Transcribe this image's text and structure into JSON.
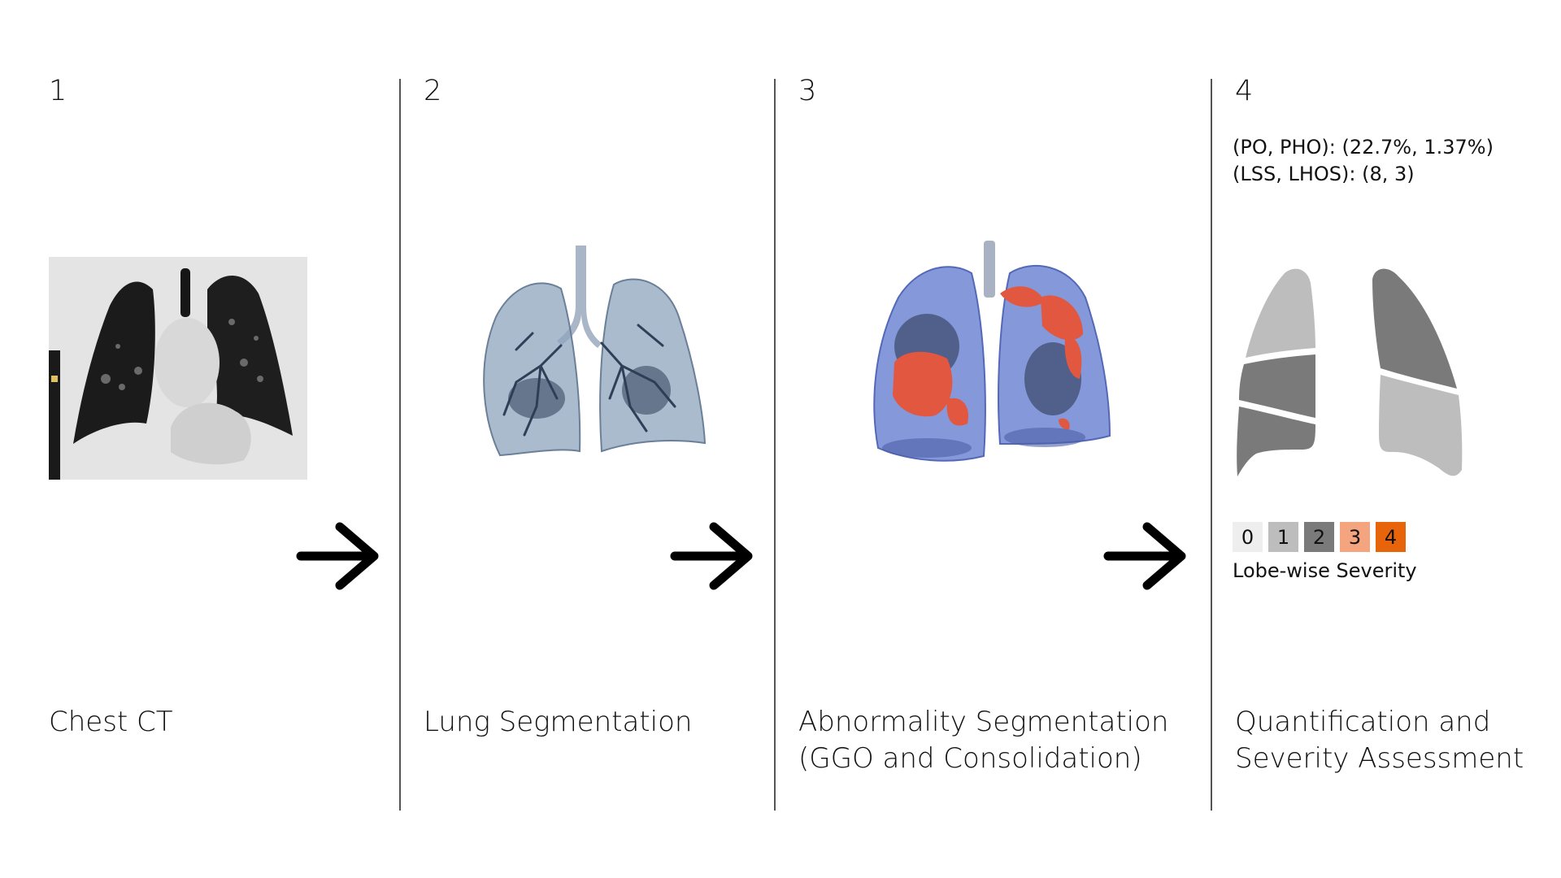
{
  "steps": [
    {
      "number": "1",
      "caption_lines": [
        "Chest CT"
      ]
    },
    {
      "number": "2",
      "caption_lines": [
        "Lung Segmentation"
      ]
    },
    {
      "number": "3",
      "caption_lines": [
        "Abnormality Segmentation",
        "(GGO and Consolidation)"
      ]
    },
    {
      "number": "4",
      "caption_lines": [
        "Quantification and",
        "Severity Assessment"
      ]
    }
  ],
  "quantification": {
    "line1": "(PO, PHO): (22.7%, 1.37%)",
    "line2": "(LSS, LHOS): (8, 3)"
  },
  "severity_legend": {
    "label": "Lobe-wise Severity",
    "levels": [
      {
        "value": "0",
        "color": "#eeeeee"
      },
      {
        "value": "1",
        "color": "#bdbdbd"
      },
      {
        "value": "2",
        "color": "#7a7a7a"
      },
      {
        "value": "3",
        "color": "#f4a47e"
      },
      {
        "value": "4",
        "color": "#e8640a"
      }
    ]
  },
  "lobe_colors": {
    "right_upper": "#bdbdbd",
    "right_middle": "#7a7a7a",
    "right_lower": "#7a7a7a",
    "left_upper": "#7a7a7a",
    "left_lower": "#bdbdbd"
  },
  "colors": {
    "ct_background": "#e4e4e4",
    "lung_mesh": "#8fa4bd",
    "airway": "#2e3f57",
    "lung_overlay": "#6f86d4",
    "abnormality": "#e2573f",
    "arrow": "#000000"
  },
  "icons": [
    "arrow-right-icon"
  ]
}
